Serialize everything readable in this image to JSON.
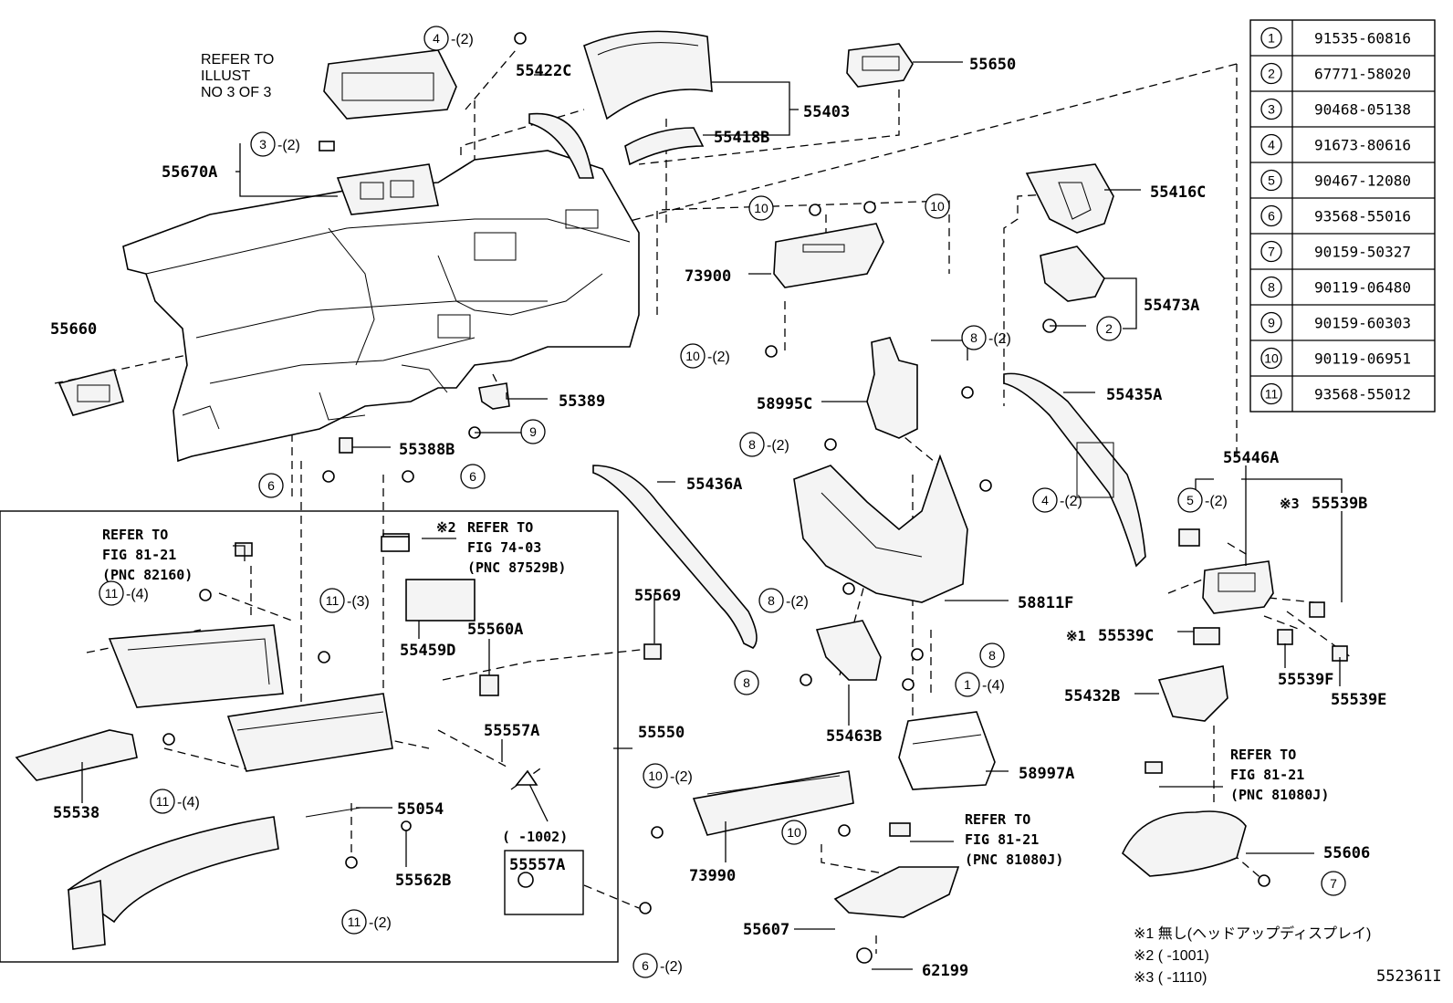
{
  "diagram_id": "552361I",
  "parts": {
    "p55650": "55650",
    "p55403": "55403",
    "p55418B": "55418B",
    "p55422C": "55422C",
    "p55670A": "55670A",
    "p55660": "55660",
    "p55416C": "55416C",
    "p55473A": "55473A",
    "p73900": "73900",
    "p58995C": "58995C",
    "p55435A": "55435A",
    "p55389": "55389",
    "p55388B": "55388B",
    "p55436A": "55436A",
    "p55446A": "55446A",
    "p55539B": "55539B",
    "p55539C": "55539C",
    "p55539F": "55539F",
    "p55539E": "55539E",
    "p55569": "55569",
    "p58811F": "58811F",
    "p55432B": "55432B",
    "p55463B": "55463B",
    "p58997A": "58997A",
    "p55459D": "55459D",
    "p55560A": "55560A",
    "p55557A": "55557A",
    "p55557A_box": "55557A",
    "p55550": "55550",
    "p55538": "55538",
    "p55054": "55054",
    "p55562B": "55562B",
    "p73990": "73990",
    "p55607": "55607",
    "p62199": "62199",
    "p55606": "55606"
  },
  "callouts": {
    "c4_top": "4",
    "c3": "3",
    "c10_a": "10",
    "c10_b": "10",
    "c10_c": "10",
    "c2": "2",
    "c8_a": "8",
    "c8_b": "8",
    "c9": "9",
    "c6_a": "6",
    "c6_b": "6",
    "c4_mid": "4",
    "c5": "5",
    "c11_a": "11",
    "c11_b": "11",
    "c8_c": "8",
    "c8_d": "8",
    "c8_e": "8",
    "c1": "1",
    "c11_c": "11",
    "c10_d": "10",
    "c10_e": "10",
    "c7": "7",
    "c11_d": "11",
    "c6_c": "6"
  },
  "quantities": {
    "q4_top": "-(2)",
    "q3": "-(2)",
    "q10_c": "-(2)",
    "q8_a": "-(2)",
    "q8_b": "-(2)",
    "q4_mid": "-(2)",
    "q5": "-(2)",
    "q11_a": "-(4)",
    "q11_b": "-(3)",
    "q8_c": "-(2)",
    "q1": "-(4)",
    "q11_c": "-(4)",
    "q10_d": "-(2)",
    "q11_d": "-(2)",
    "q6_c": "-(2)"
  },
  "notes": {
    "illust_1": "REFER TO",
    "illust_2": "ILLUST",
    "illust_3": "NO 3 OF 3",
    "fig8121a_1": "REFER TO",
    "fig8121a_2": "FIG 81-21",
    "fig8121a_3": "(PNC 82160)",
    "fig7403_mark": "※2",
    "fig7403_1": "REFER TO",
    "fig7403_2": "FIG 74-03",
    "fig7403_3": "(PNC 87529B)",
    "fig8121b_1": "REFER TO",
    "fig8121b_2": "FIG 81-21",
    "fig8121b_3": "(PNC 81080J)",
    "fig8121c_1": "REFER TO",
    "fig8121c_2": "FIG 81-21",
    "fig8121c_3": "(PNC 81080J)",
    "mark3": "※3",
    "mark1": "※1",
    "date_range": "(    -1002)"
  },
  "footnotes": [
    "※1  無し(ヘッドアップディスプレイ)",
    "※2 (    -1001)",
    "※3 (    -1110)"
  ],
  "table": [
    {
      "no": "1",
      "part": "91535-60816"
    },
    {
      "no": "2",
      "part": "67771-58020"
    },
    {
      "no": "3",
      "part": "90468-05138"
    },
    {
      "no": "4",
      "part": "91673-80616"
    },
    {
      "no": "5",
      "part": "90467-12080"
    },
    {
      "no": "6",
      "part": "93568-55016"
    },
    {
      "no": "7",
      "part": "90159-50327"
    },
    {
      "no": "8",
      "part": "90119-06480"
    },
    {
      "no": "9",
      "part": "90159-60303"
    },
    {
      "no": "10",
      "part": "90119-06951"
    },
    {
      "no": "11",
      "part": "93568-55012"
    }
  ]
}
